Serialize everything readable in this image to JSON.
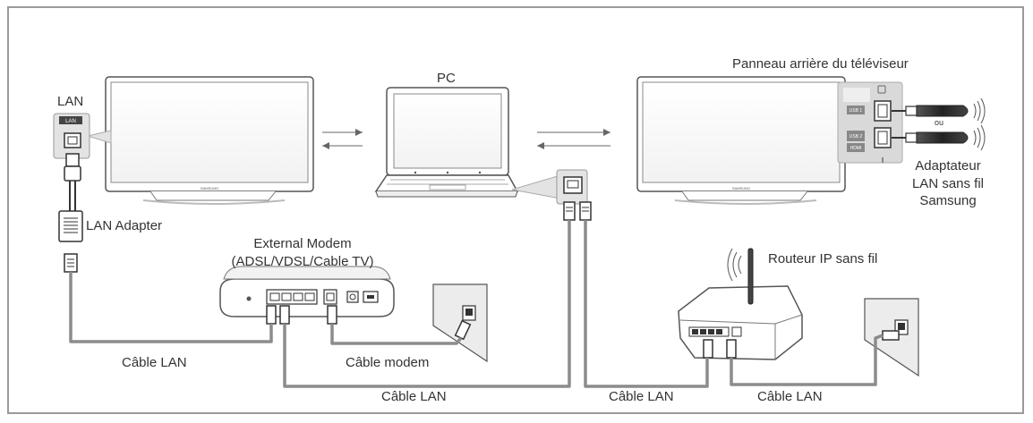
{
  "labels": {
    "lan": "LAN",
    "lan_port_tag": "LAN",
    "lan_adapter": "LAN Adapter",
    "pc": "PC",
    "tv_rear_panel": "Panneau arrière du téléviseur",
    "ou": "ou",
    "wireless_adapter_line1": "Adaptateur",
    "wireless_adapter_line2": "LAN sans fil",
    "wireless_adapter_line3": "Samsung",
    "external_modem_line1": "External Modem",
    "external_modem_line2": "(ADSL/VDSL/Cable TV)",
    "wireless_router": "Routeur IP sans fil",
    "cable_lan_left": "Câble LAN",
    "cable_modem": "Câble modem",
    "cable_lan_mid": "Câble LAN",
    "cable_lan_router_in": "Câble LAN",
    "cable_lan_router_out": "Câble LAN",
    "tv_brand_left": "SAMSUNG",
    "tv_brand_right": "SAMSUNG",
    "usb1": "USB 1",
    "usb2": "USB 2",
    "hdmi": "HDMI"
  },
  "colors": {
    "cable": "#8c8c8c",
    "outline": "#555555",
    "panel_gray": "#d9d9d9",
    "frame": "#9a9a9a"
  }
}
